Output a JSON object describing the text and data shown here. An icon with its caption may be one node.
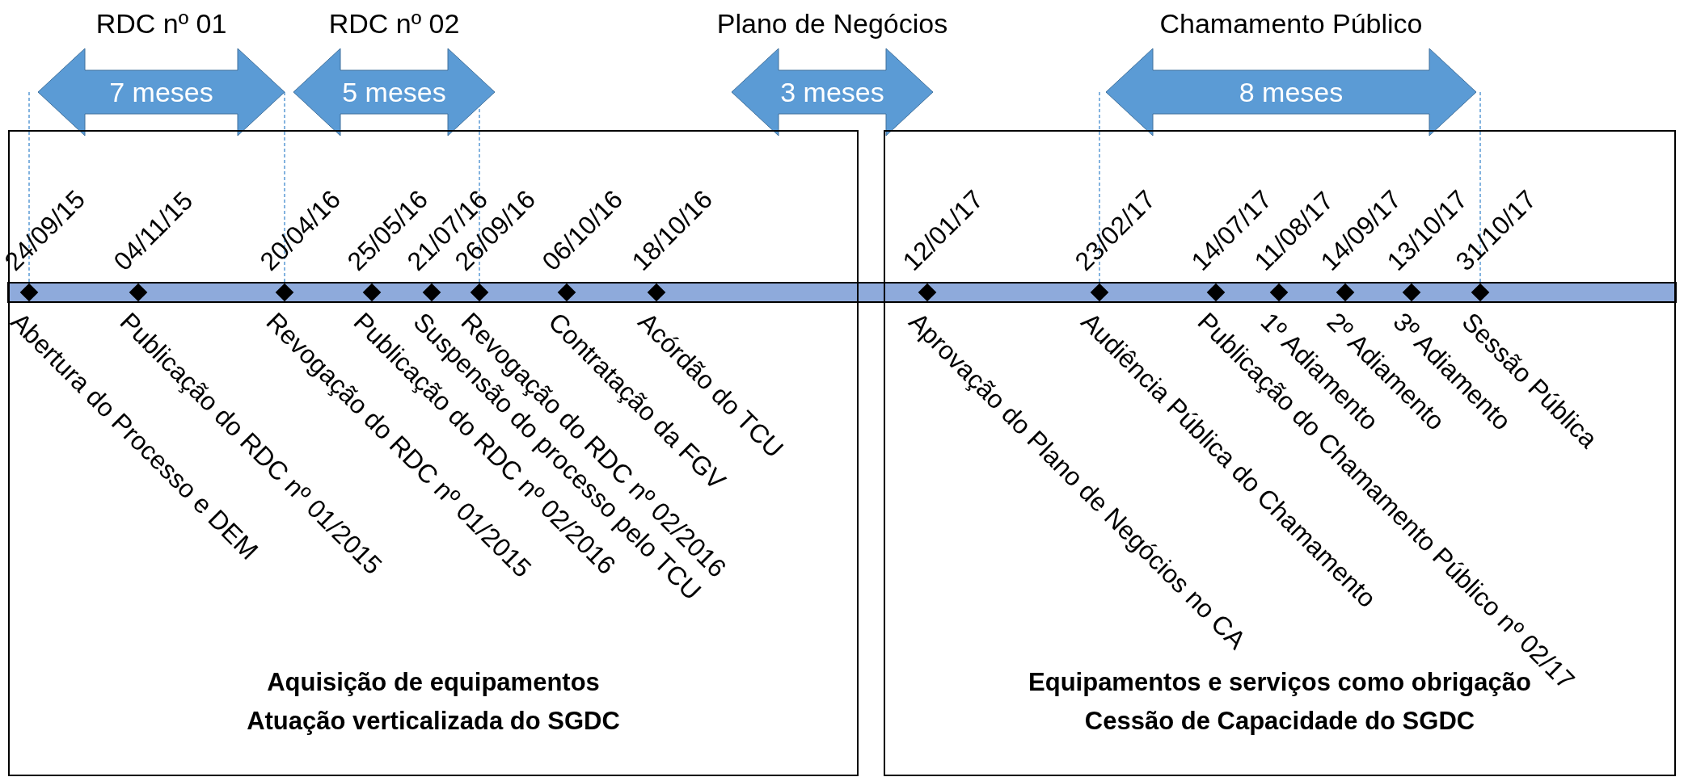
{
  "diagram": {
    "nodes": [
      {
        "text": [
          "7 meses"
        ],
        "beside": [
          "RDC nº 01"
        ]
      },
      {
        "text": [
          "5 meses"
        ],
        "beside": [
          "RDC nº 02"
        ]
      },
      {
        "text": [
          "3 meses"
        ],
        "beside": [
          "Plano de Negócios"
        ]
      },
      {
        "text": [
          "8 meses"
        ],
        "beside": [
          "Chamamento Público"
        ]
      },
      {
        "text": [
          "Aquisição de equipamentos",
          "Atuação verticalizada do SGDC"
        ]
      },
      {
        "text": [],
        "shape": "diamond",
        "in": 4,
        "beside": [
          "24/09/15",
          "Abertura do Processo e DEM"
        ]
      },
      {
        "text": [],
        "shape": "diamond",
        "in": 4,
        "beside": [
          "04/11/15",
          "Publicação do RDC nº 01/2015"
        ]
      },
      {
        "text": [],
        "shape": "diamond",
        "in": 4,
        "beside": [
          "20/04/16",
          "Revogação do RDC nº 01/2015"
        ]
      },
      {
        "text": [],
        "shape": "diamond",
        "in": 4,
        "beside": [
          "25/05/16",
          "Publicação do RDC nº 02/2016"
        ]
      },
      {
        "text": [],
        "shape": "diamond",
        "in": 4,
        "beside": [
          "21/07/16",
          "Suspensão do processo pelo TCU"
        ]
      },
      {
        "text": [],
        "shape": "diamond",
        "in": 4,
        "beside": [
          "26/09/16",
          "Revogação do RDC nº 02/2016"
        ]
      },
      {
        "text": [],
        "shape": "diamond",
        "in": 4,
        "beside": [
          "06/10/16",
          "Contratação da FGV"
        ]
      },
      {
        "text": [],
        "shape": "diamond",
        "in": 4,
        "beside": [
          "18/10/16",
          "Acórdão do TCU"
        ]
      },
      {
        "text": [
          "Equipamentos e serviços como obrigação",
          "Cessão de Capacidade do SGDC"
        ]
      },
      {
        "text": [],
        "shape": "diamond",
        "in": 13,
        "beside": [
          "12/01/17",
          "Aprovação do Plano de Negócios no CA"
        ]
      },
      {
        "text": [],
        "shape": "diamond",
        "in": 13,
        "beside": [
          "23/02/17",
          "Audiência Pública do Chamamento"
        ]
      },
      {
        "text": [],
        "shape": "diamond",
        "in": 13,
        "beside": [
          "14/07/17",
          "Publicação do Chamamento Público nº 02/17"
        ]
      },
      {
        "text": [],
        "shape": "diamond",
        "in": 13,
        "beside": [
          "11/08/17",
          "1º Adiamento"
        ]
      },
      {
        "text": [],
        "shape": "diamond",
        "in": 13,
        "beside": [
          "14/09/17",
          "2º Adiamento"
        ]
      },
      {
        "text": [],
        "shape": "diamond",
        "in": 13,
        "beside": [
          "13/10/17",
          "3º Adiamento"
        ]
      },
      {
        "text": [],
        "shape": "diamond",
        "in": 13,
        "beside": [
          "31/10/17",
          "Sessão Pública"
        ]
      }
    ],
    "edges": [
      {
        "from": 0,
        "to": 5,
        "arrow": "none",
        "style": "dashed"
      },
      {
        "from": 0,
        "to": 7,
        "arrow": "none",
        "style": "dashed"
      },
      {
        "from": 1,
        "to": 10,
        "arrow": "none",
        "style": "dashed"
      },
      {
        "from": 3,
        "to": 15,
        "arrow": "none",
        "style": "dashed"
      },
      {
        "from": 3,
        "to": 20,
        "arrow": "none",
        "style": "dashed"
      }
    ]
  }
}
